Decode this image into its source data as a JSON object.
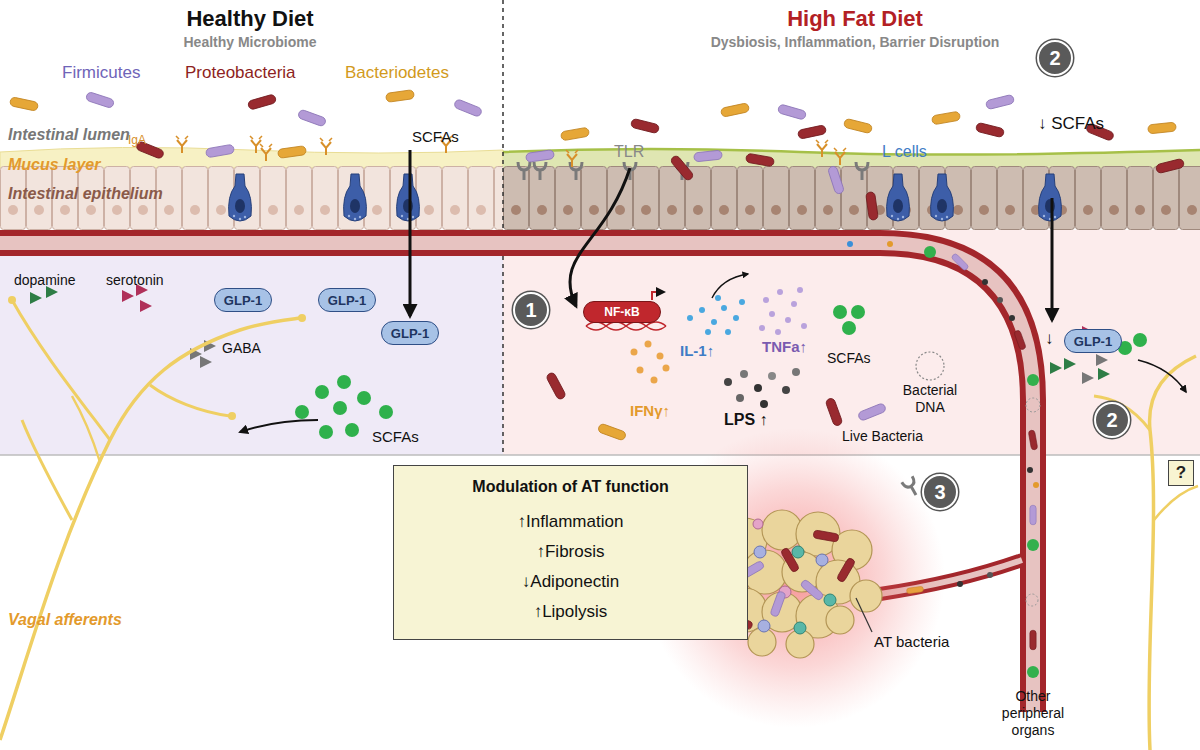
{
  "diagram": {
    "nodes": [
      {
        "text": [
          "GLP-1"
        ]
      },
      {
        "text": [
          "GLP-1"
        ]
      },
      {
        "text": [
          "GLP-1"
        ]
      },
      {
        "text": [
          "2"
        ]
      },
      {
        "text": [
          "1"
        ]
      },
      {
        "text": [
          "NF-κB"
        ]
      },
      {
        "text": [
          "GLP-1"
        ]
      },
      {
        "text": [
          "2"
        ]
      },
      {
        "text": [
          "?"
        ]
      },
      {
        "text": [
          "3"
        ]
      },
      {
        "text": [
          "Modulation of AT function",
          "↑Inflammation",
          "↑Fibrosis",
          "↓Adiponectin",
          "↑Lipolysis"
        ]
      }
    ],
    "labels": [
      "Healthy Diet",
      "Healthy Microbiome",
      "High Fat Diet",
      "Dysbiosis, Inflammation, Barrier Disruption",
      "Firmicutes",
      "Proteobacteria",
      "Bacteriodetes",
      "IgA",
      "SCFAs",
      "Intestinal lumen",
      "Mucus layer",
      "Intestinal epithelium",
      "dopamine",
      "serotonin",
      "GABA",
      "SCFAs",
      "Vagal afferents",
      "TLR",
      "L cells",
      "↓ SCFAs",
      "IL-1↑",
      "TNFa↑",
      "IFNγ↑",
      "SCFAs",
      "LPS ↑",
      "Bacterial DNA",
      "Live Bacteria",
      "AT bacteria",
      "Other peripheral organs",
      "↓"
    ]
  }
}
